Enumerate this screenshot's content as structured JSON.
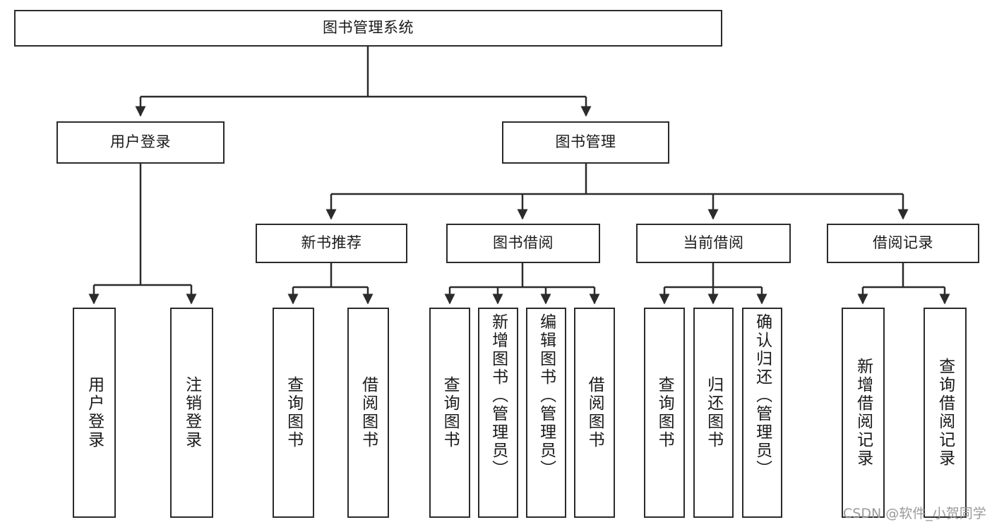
{
  "diagram": {
    "title": "图书管理系统",
    "type": "tree",
    "stroke_color": "#2b2b2b",
    "fill_color": "#ffffff",
    "text_color": "#1a1a1a",
    "root": {
      "label": "图书管理系统"
    },
    "level2": [
      {
        "label": "用户登录"
      },
      {
        "label": "图书管理"
      }
    ],
    "level3": [
      {
        "label": "新书推荐"
      },
      {
        "label": "图书借阅"
      },
      {
        "label": "当前借阅"
      },
      {
        "label": "借阅记录"
      }
    ],
    "leaves": [
      {
        "label": "用户登录",
        "parent": "用户登录"
      },
      {
        "label": "注销登录",
        "parent": "用户登录"
      },
      {
        "label": "查询图书",
        "parent": "新书推荐"
      },
      {
        "label": "借阅图书",
        "parent": "新书推荐"
      },
      {
        "label": "查询图书",
        "parent": "图书借阅"
      },
      {
        "label": "新增图书（管理员）",
        "parent": "图书借阅"
      },
      {
        "label": "编辑图书（管理员）",
        "parent": "图书借阅"
      },
      {
        "label": "借阅图书",
        "parent": "图书借阅"
      },
      {
        "label": "查询图书",
        "parent": "当前借阅"
      },
      {
        "label": "归还图书",
        "parent": "当前借阅"
      },
      {
        "label": "确认归还（管理员）",
        "parent": "当前借阅"
      },
      {
        "label": "新增借阅记录",
        "parent": "借阅记录"
      },
      {
        "label": "查询借阅记录",
        "parent": "借阅记录"
      }
    ]
  },
  "watermark": {
    "text": "CSDN @软件_小贺同学",
    "color": "#9a9a9a"
  }
}
